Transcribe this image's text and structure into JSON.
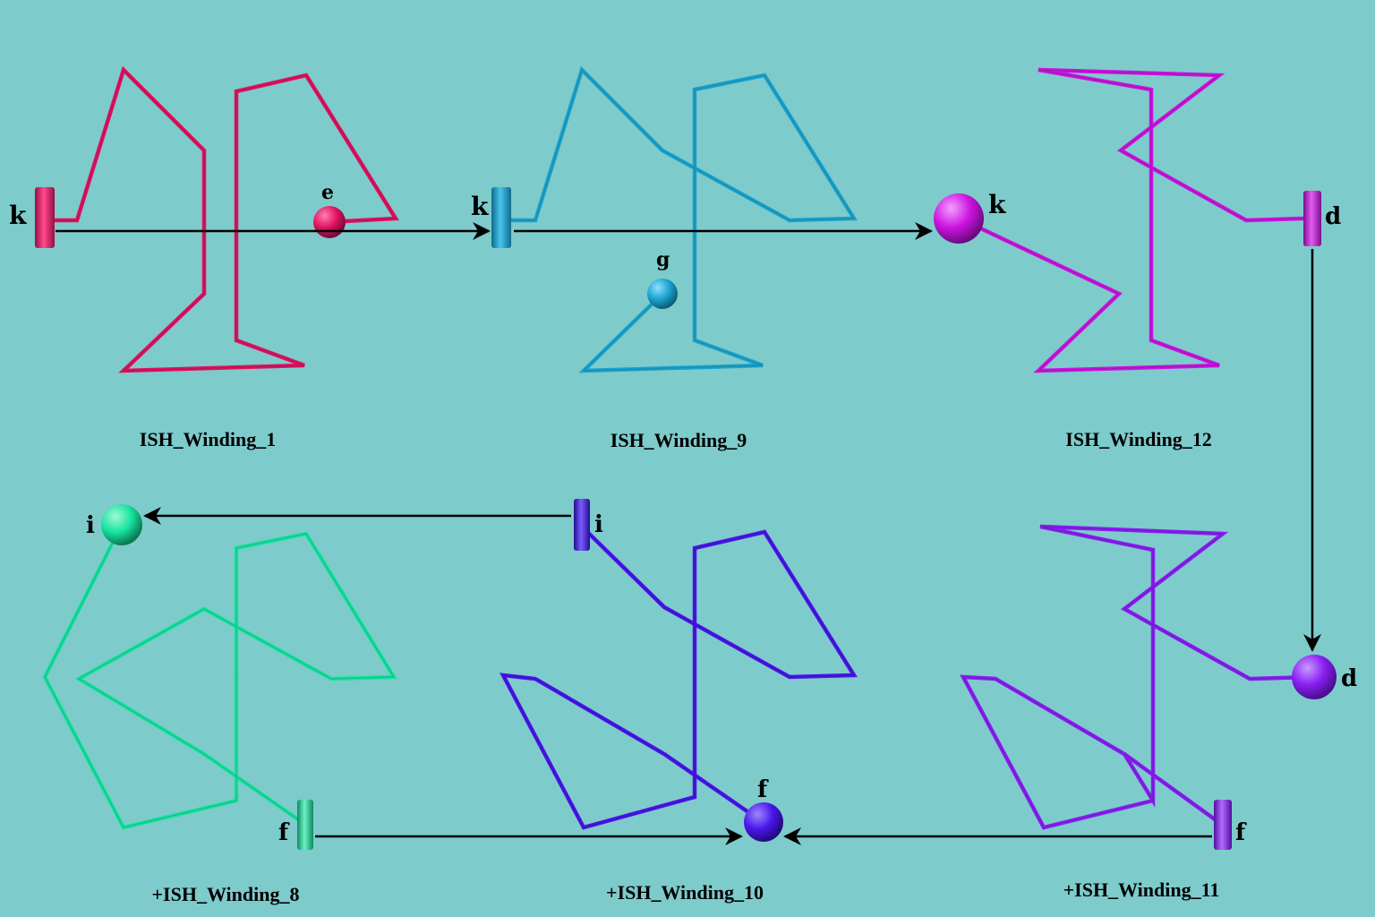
{
  "diagram": {
    "background_color": "#7ecbcc",
    "arrow_color": "#000000",
    "panels": [
      {
        "caption": "ISH_Winding_1",
        "color": "#e0115f",
        "shade": "#a0124e",
        "start": {
          "label": "k",
          "shape": "cylinder"
        },
        "end": {
          "label": "e",
          "shape": "sphere"
        }
      },
      {
        "caption": "ISH_Winding_9",
        "color": "#1ba3d0",
        "shade": "#15808a",
        "start": {
          "label": "k",
          "shape": "cylinder"
        },
        "end": {
          "label": "g",
          "shape": "sphere"
        }
      },
      {
        "caption": "ISH_Winding_12",
        "color": "#cc14e0",
        "shade": "#8e10a0",
        "start": {
          "label": "k",
          "shape": "sphere"
        },
        "end": {
          "label": "d",
          "shape": "cylinder"
        }
      },
      {
        "caption": "+ISH_Winding_11",
        "color": "#8a1ef2",
        "shade": "#6218b0",
        "start": {
          "label": "d",
          "shape": "sphere"
        },
        "end": {
          "label": "f",
          "shape": "cylinder"
        }
      },
      {
        "caption": "+ISH_Winding_10",
        "color": "#4a16ea",
        "shade": "#3010a8",
        "start": {
          "label": "f",
          "shape": "sphere"
        },
        "end": {
          "label": "i",
          "shape": "cylinder"
        }
      },
      {
        "caption": "+ISH_Winding_8",
        "color": "#18e4a0",
        "shade": "#12a07a",
        "start": {
          "label": "i",
          "shape": "sphere"
        },
        "end": {
          "label": "f",
          "shape": "cylinder"
        }
      }
    ]
  }
}
